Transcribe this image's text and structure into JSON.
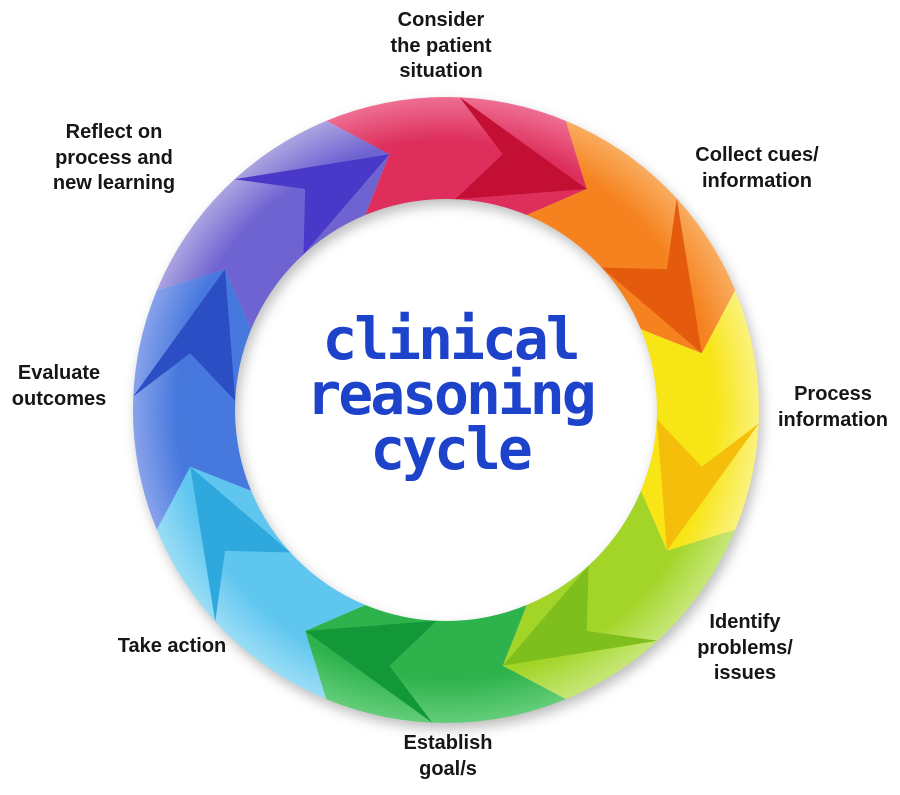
{
  "diagram": {
    "name": "Clinical Reasoning Cycle",
    "flow_direction": "clockwise",
    "background_color": "#FFFFFF",
    "title": {
      "lines": [
        "clinical",
        "reasoning",
        "cycle"
      ],
      "color": "#1E43CB"
    },
    "steps": [
      {
        "id": "consider",
        "label": "Consider\nthe patient\nsituation",
        "color": "#DD2E5C",
        "color_light": "#EE6E92",
        "arrow_color": "#C20F33"
      },
      {
        "id": "collect",
        "label": "Collect cues/\ninformation",
        "color": "#F5821E",
        "color_light": "#F9AC5E",
        "arrow_color": "#E55B0E"
      },
      {
        "id": "process",
        "label": "Process\ninformation",
        "color": "#F7E515",
        "color_light": "#FBF27E",
        "arrow_color": "#F4BE0A"
      },
      {
        "id": "identify",
        "label": "Identify\nproblems/\nissues",
        "color": "#A3D529",
        "color_light": "#C6E778",
        "arrow_color": "#7FBF1D"
      },
      {
        "id": "establish",
        "label": "Establish\ngoal/s",
        "color": "#2DB24C",
        "color_light": "#63CD79",
        "arrow_color": "#129739"
      },
      {
        "id": "take",
        "label": "Take action",
        "color": "#5FC6EF",
        "color_light": "#9ADDF6",
        "arrow_color": "#2EA8DD"
      },
      {
        "id": "evaluate",
        "label": "Evaluate\noutcomes",
        "color": "#4678DD",
        "color_light": "#87A2EB",
        "arrow_color": "#2B4EC5"
      },
      {
        "id": "reflect",
        "label": "Reflect on\nprocess and\nnew learning",
        "color": "#6F63D2",
        "color_light": "#ABA4E0",
        "arrow_color": "#4A39C8"
      }
    ]
  }
}
